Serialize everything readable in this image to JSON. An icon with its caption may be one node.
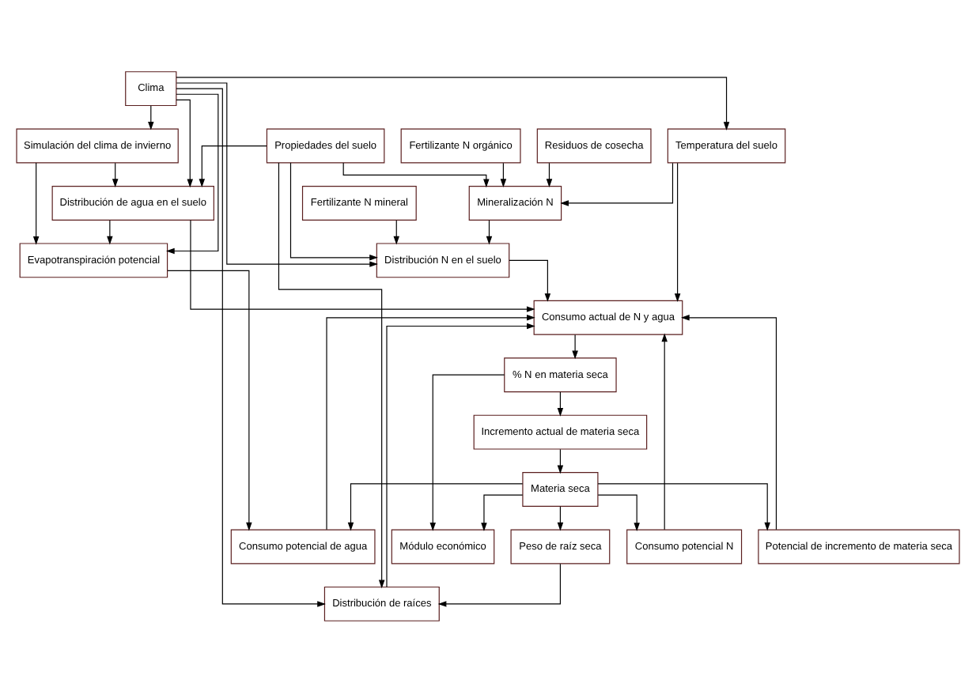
{
  "diagram": {
    "nodes": [
      {
        "text": [
          "Clima"
        ]
      },
      {
        "text": [
          "Propiedades del suelo"
        ]
      },
      {
        "text": [
          "Residuos de cosecha"
        ]
      },
      {
        "text": [
          "Fertilizante N orgánico"
        ]
      },
      {
        "text": [
          "Fertilizante N mineral"
        ]
      },
      {
        "text": [
          "Temperatura del suelo"
        ]
      },
      {
        "text": [
          "Materia seca"
        ]
      },
      {
        "text": [
          "Peso de raíz seca"
        ]
      },
      {
        "text": [
          "Mineralización N"
        ]
      },
      {
        "text": [
          "Potencial de incremento de materia seca"
        ]
      },
      {
        "text": [
          "Distribución de raíces"
        ]
      },
      {
        "text": [
          "Consumo potencial de agua"
        ]
      },
      {
        "text": [
          "Consumo actual de N y agua"
        ]
      },
      {
        "text": [
          "Consumo potencial N"
        ]
      },
      {
        "text": [
          "Distribución de agua en el suelo"
        ]
      },
      {
        "text": [
          "Evapotranspiración potencial"
        ]
      },
      {
        "text": [
          "% N en materia seca"
        ]
      },
      {
        "text": [
          "Incremento actual de materia seca"
        ]
      },
      {
        "text": [
          "Distribución N en el suelo"
        ]
      },
      {
        "text": [
          "Simulación del clima de invierno"
        ]
      },
      {
        "text": [
          "Módulo económico"
        ]
      }
    ],
    "edges": [
      {
        "from": 0,
        "to": 5,
        "arrow": "to"
      },
      {
        "from": 0,
        "to": 15,
        "arrow": "to"
      },
      {
        "from": 0,
        "to": 19,
        "arrow": "to"
      },
      {
        "from": 0,
        "to": 10,
        "arrow": "to"
      },
      {
        "from": 0,
        "to": 14,
        "arrow": "to"
      },
      {
        "from": 0,
        "to": 18,
        "arrow": "to"
      },
      {
        "from": 1,
        "to": 8,
        "arrow": "to"
      },
      {
        "from": 1,
        "to": 10,
        "arrow": "to"
      },
      {
        "from": 1,
        "to": 14,
        "arrow": "to"
      },
      {
        "from": 1,
        "to": 18,
        "arrow": "to"
      },
      {
        "from": 2,
        "to": 8,
        "arrow": "to"
      },
      {
        "from": 3,
        "to": 8,
        "arrow": "to"
      },
      {
        "from": 4,
        "to": 18,
        "arrow": "to"
      },
      {
        "from": 5,
        "to": 8,
        "arrow": "to"
      },
      {
        "from": 5,
        "to": 12,
        "arrow": "to"
      },
      {
        "from": 6,
        "to": 9,
        "arrow": "to"
      },
      {
        "from": 6,
        "to": 7,
        "arrow": "to"
      },
      {
        "from": 6,
        "to": 11,
        "arrow": "to"
      },
      {
        "from": 6,
        "to": 13,
        "arrow": "to"
      },
      {
        "from": 6,
        "to": 20,
        "arrow": "to"
      },
      {
        "from": 7,
        "to": 10,
        "arrow": "to"
      },
      {
        "from": 10,
        "to": 12,
        "arrow": "to"
      },
      {
        "from": 9,
        "to": 12,
        "arrow": "to"
      },
      {
        "from": 11,
        "to": 12,
        "arrow": "to"
      },
      {
        "from": 13,
        "to": 12,
        "arrow": "to"
      },
      {
        "from": 14,
        "to": 12,
        "arrow": "to"
      },
      {
        "from": 18,
        "to": 12,
        "arrow": "to"
      },
      {
        "from": 12,
        "to": 16,
        "arrow": "to"
      },
      {
        "from": 16,
        "to": 17,
        "arrow": "to"
      },
      {
        "from": 16,
        "to": 20,
        "arrow": "to"
      },
      {
        "from": 17,
        "to": 6,
        "arrow": "to"
      },
      {
        "from": 8,
        "to": 18,
        "arrow": "to"
      },
      {
        "from": 15,
        "to": 11,
        "arrow": "to"
      },
      {
        "from": 14,
        "to": 15,
        "arrow": "to"
      },
      {
        "from": 19,
        "to": 15,
        "arrow": "to"
      },
      {
        "from": 19,
        "to": 14,
        "arrow": "to"
      }
    ]
  }
}
